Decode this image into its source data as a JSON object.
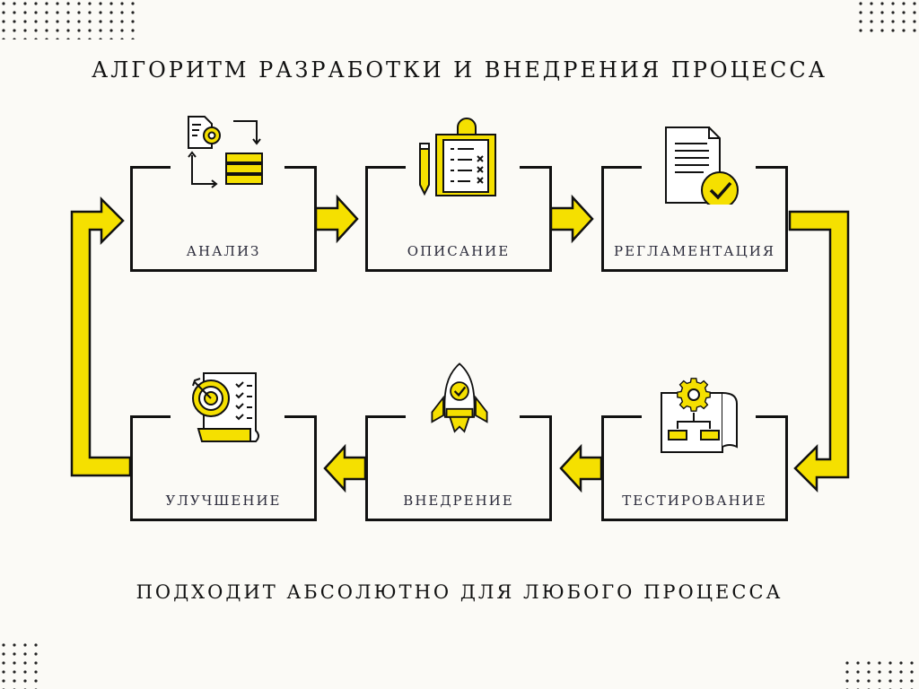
{
  "title": "АЛГОРИТМ РАЗРАБОТКИ И ВНЕДРЕНИЯ ПРОЦЕССА",
  "footer": "ПОДХОДИТ АБСОЛЮТНО ДЛЯ ЛЮБОГО ПРОЦЕССА",
  "steps": [
    {
      "label": "АНАЛИЗ",
      "icon": "analysis-gear-flow-icon"
    },
    {
      "label": "ОПИСАНИЕ",
      "icon": "clipboard-checklist-icon"
    },
    {
      "label": "РЕГЛАМЕНТАЦИЯ",
      "icon": "document-approved-icon"
    },
    {
      "label": "ТЕСТИРОВАНИЕ",
      "icon": "gear-blueprint-icon"
    },
    {
      "label": "ВНЕДРЕНИЕ",
      "icon": "rocket-icon"
    },
    {
      "label": "УЛУЧШЕНИЕ",
      "icon": "target-checklist-icon"
    }
  ],
  "colors": {
    "accent": "#f5e000",
    "ink": "#111111",
    "background": "#fbfaf6"
  }
}
